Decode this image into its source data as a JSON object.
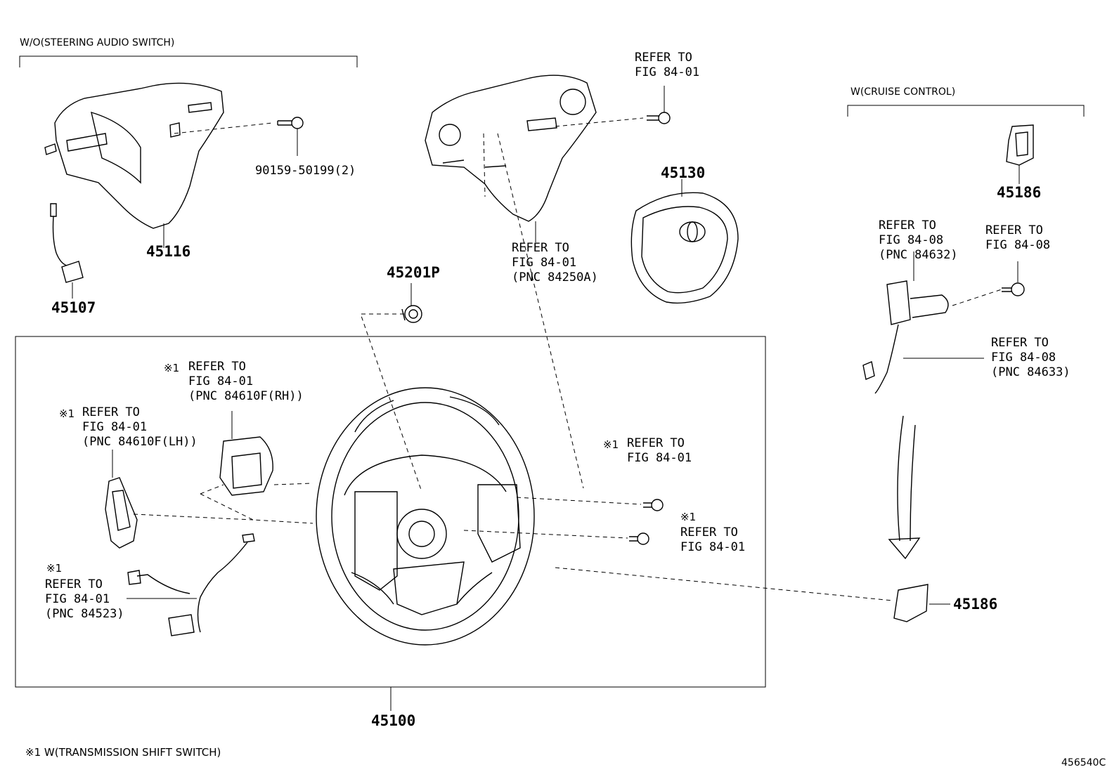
{
  "headers": {
    "wo_audio": "W/O(STEERING AUDIO SWITCH)",
    "w_cruise": "W(CRUISE CONTROL)"
  },
  "parts": {
    "p45116": "45116",
    "p45107": "45107",
    "p45201p": "45201P",
    "p45130": "45130",
    "p45186_top": "45186",
    "p45186_bottom": "45186",
    "p45100": "45100",
    "screw_pn": "90159-50199(2)"
  },
  "refs": {
    "top_screw": "REFER TO\nFIG 84-01",
    "cover": "REFER TO\nFIG 84-01\n(PNC 84250A)",
    "cruise_switch": "REFER TO\nFIG 84-08\n(PNC 84632)",
    "cruise_screw": "REFER TO\nFIG 84-08",
    "cruise_wire": "REFER TO\nFIG 84-08\n(PNC 84633)",
    "rh_switch": "REFER TO\nFIG 84-01\n(PNC 84610F(RH))",
    "lh_switch": "REFER TO\nFIG 84-01\n(PNC 84610F(LH))",
    "wire_harness": "REFER TO\nFIG 84-01\n(PNC 84523)",
    "screw_right_upper": "REFER TO\nFIG 84-01",
    "screw_right_lower": "REFER TO\nFIG 84-01"
  },
  "marks": {
    "note_mark": "※1"
  },
  "footer": {
    "note": "※1 W(TRANSMISSION SHIFT SWITCH)",
    "figure_id": "456540C"
  }
}
